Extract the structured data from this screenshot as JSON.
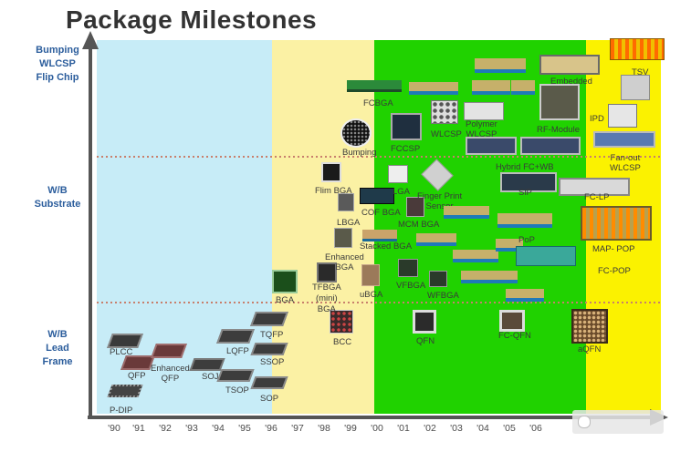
{
  "title": "Package Milestones",
  "tiers": [
    {
      "line1": "Bumping",
      "line2": "WLCSP",
      "line3": "Flip Chip"
    },
    {
      "line1": "W/B",
      "line2": "Substrate"
    },
    {
      "line1": "W/B",
      "line2": "Lead",
      "line3": "Frame"
    }
  ],
  "years": [
    "'90",
    "'91",
    "'92",
    "'93",
    "'94",
    "'95",
    "'96",
    "'97",
    "'98",
    "'99",
    "'00",
    "'01",
    "'02",
    "'03",
    "'04",
    "'05",
    "'06"
  ],
  "packages": {
    "plcc": "PLCC",
    "qfp": "QFP",
    "p_dip": "P-DIP",
    "enhanced_qfp_1": "Enhanced",
    "enhanced_qfp_2": "QFP",
    "soj": "SOJ",
    "lqfp": "LQFP",
    "tsop": "TSOP",
    "tqfp": "TQFP",
    "ssop": "SSOP",
    "sop": "SOP",
    "bcc": "BCC",
    "qfn": "QFN",
    "fc_qfn": "FC-QFN",
    "aqfn": "aQFN",
    "bga": "BGA",
    "tfbga_1": "TFBGA",
    "tfbga_2": "(mini)",
    "tfbga_3": "BGA",
    "ubga": "uBGA",
    "enhanced_bga_1": "Enhanced",
    "enhanced_bga_2": "BGA",
    "lbga": "LBGA",
    "flim_bga": "Flim BGA",
    "cof_bga": "COF BGA",
    "stacked_bga": "Stacked BGA",
    "mcm_bga": "MCM BGA",
    "lga": "LGA",
    "finger_print_1": "Finger Print",
    "finger_print_2": "Sensor",
    "vfbga": "VFBGA",
    "wfbga": "WFBGA",
    "pop": "PoP",
    "map_pop": "MAP- POP",
    "fc_pop": "FC-POP",
    "sip": "SiP",
    "fc_lp": "FC-LP",
    "fcbga": "FCBGA",
    "bumping": "Bumping",
    "fccsp": "FCCSP",
    "wlcsp": "WLCSP",
    "polymer_wlcsp_1": "Polymer",
    "polymer_wlcsp_2": "WLCSP",
    "embedded": "Embedded",
    "rf_module": "RF-Module",
    "hybrid_fc_wb": "Hybrid FC+WB",
    "tsv": "TSV",
    "ipd": "IPD",
    "fan_out_1": "Fan-out",
    "fan_out_2": "WLCSP"
  }
}
